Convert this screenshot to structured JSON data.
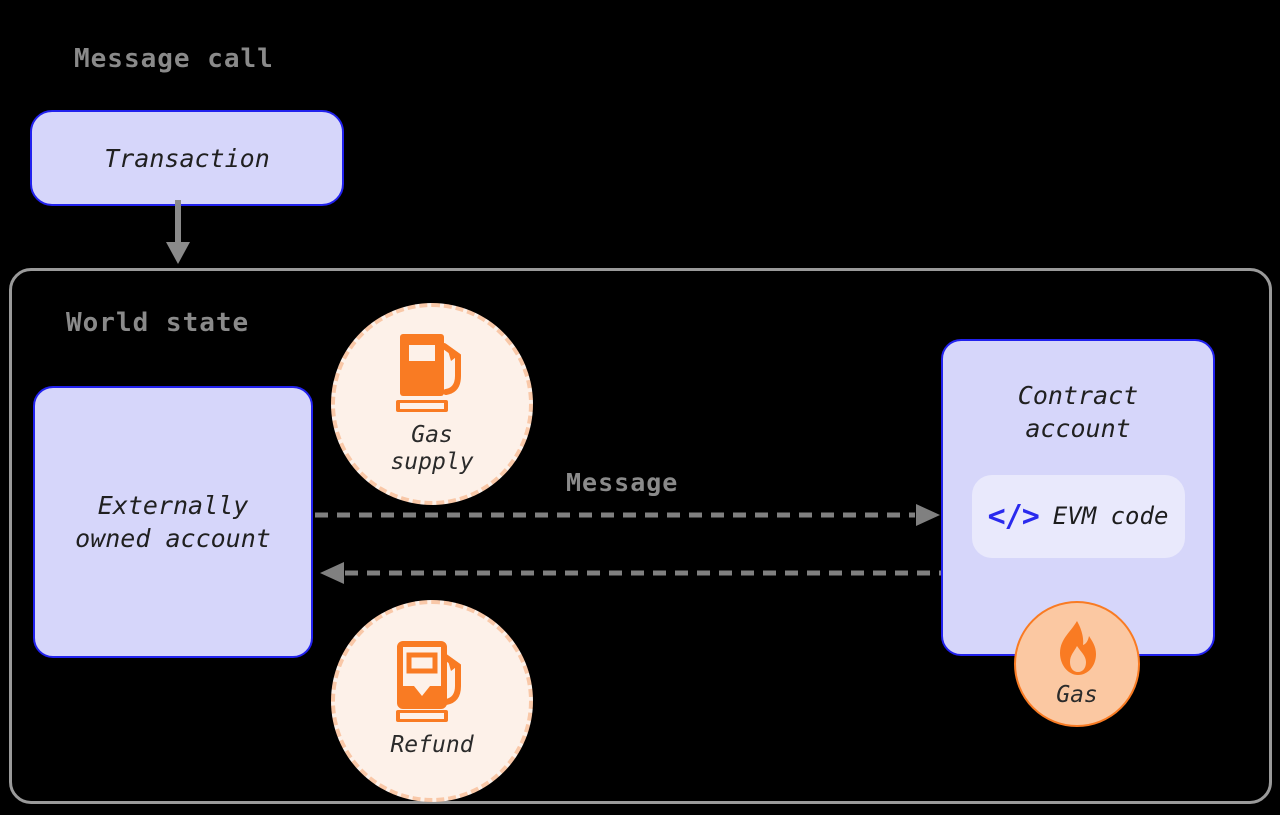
{
  "diagram": {
    "title": "Message call",
    "background_color": "#000000",
    "headings": {
      "message_call": "Message call",
      "world_state": "World state"
    },
    "nodes": {
      "transaction": {
        "label": "Transaction",
        "fill": "#d6d6fa",
        "border": "#2222ee"
      },
      "externally_owned_account": {
        "label": "Externally\nowned account",
        "line1": "Externally",
        "line2": "owned account",
        "fill": "#d6d6fa",
        "border": "#2222ee"
      },
      "contract_account": {
        "line1": "Contract",
        "line2": "account",
        "fill": "#d6d6fa",
        "border": "#2222ee",
        "evm_code": {
          "label": "EVM code",
          "icon": "code-icon",
          "icon_glyph": "</>",
          "pill_fill": "#e9e9fc",
          "icon_color": "#2a2aee"
        }
      }
    },
    "badges": {
      "gas_supply": {
        "label": "Gas\nsupply",
        "line1": "Gas",
        "line2": "supply",
        "icon": "fuel-pump-full-icon",
        "fill": "#fdf1e9",
        "border": "#f9c8a8",
        "icon_color": "#f97b23"
      },
      "refund": {
        "label": "Refund",
        "icon": "fuel-pump-partial-icon",
        "fill": "#fdf1e9",
        "border": "#f9c8a8",
        "icon_color": "#f97b23"
      },
      "gas": {
        "label": "Gas",
        "icon": "flame-icon",
        "fill": "#fbc8a2",
        "border": "#f97b23",
        "icon_color": "#f97b23"
      }
    },
    "connections": {
      "transaction_to_world_state": {
        "style": "solid",
        "direction": "down",
        "color": "#8a8a8a",
        "label": ""
      },
      "message_out": {
        "style": "dashed",
        "direction": "right",
        "color": "#808080",
        "label": "Message"
      },
      "message_back": {
        "style": "dashed",
        "direction": "left",
        "color": "#808080",
        "label": ""
      }
    },
    "container": {
      "border_color": "#9a9a9a"
    }
  }
}
